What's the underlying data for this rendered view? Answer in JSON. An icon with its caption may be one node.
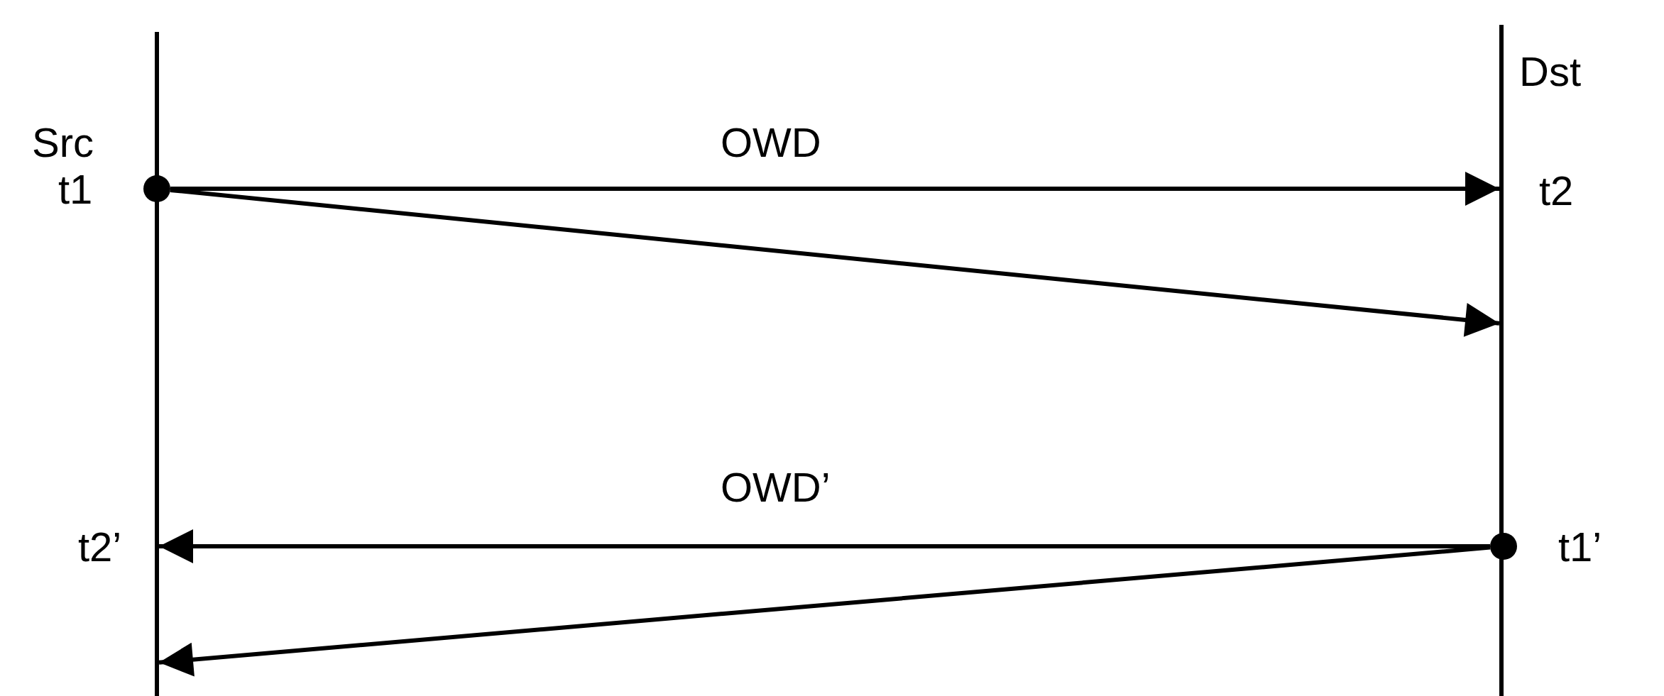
{
  "diagram": {
    "nodes": [
      {
        "text": [
          "Src"
        ]
      },
      {
        "text": [
          "Dst"
        ]
      },
      {
        "text": [],
        "shape": "circle",
        "beside": [
          "t1"
        ]
      },
      {
        "text": [],
        "shape": "circle",
        "beside": [
          "t1’"
        ]
      }
    ],
    "edges": [
      {
        "from": 2,
        "to": 1,
        "arrow": "to",
        "label": "OWD"
      },
      {
        "from": 2,
        "to": 1,
        "arrow": "to"
      },
      {
        "from": 3,
        "to": 0,
        "arrow": "to",
        "label": "OWD’"
      },
      {
        "from": 3,
        "to": 0,
        "arrow": "to"
      }
    ],
    "labels": [
      "t2",
      "t2’"
    ]
  }
}
